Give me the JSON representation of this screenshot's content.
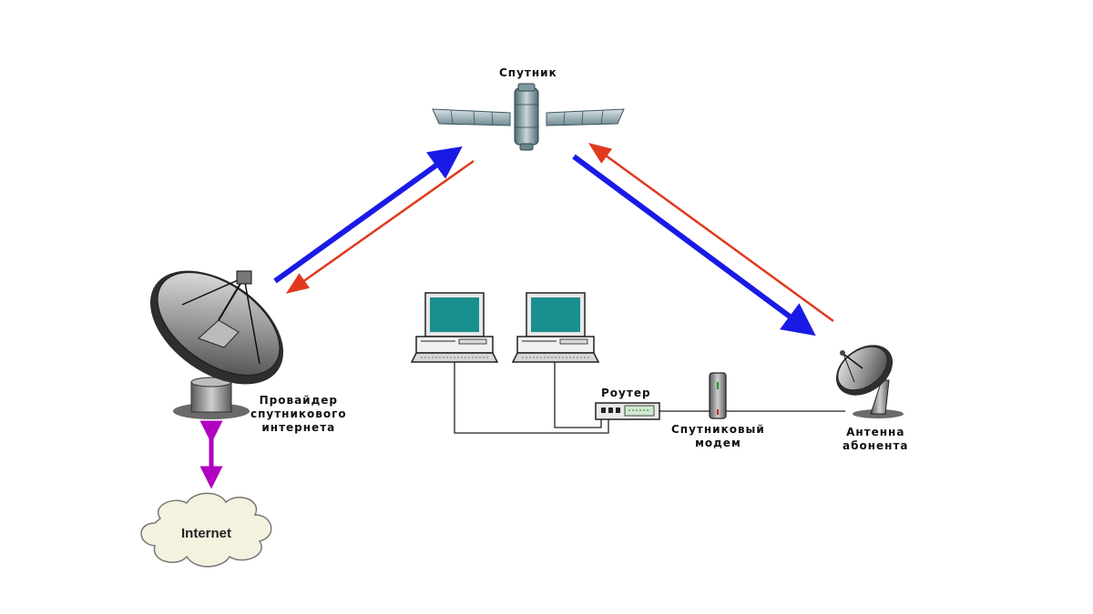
{
  "labels": {
    "satellite": "Спутник",
    "provider_line1": "Провайдер",
    "provider_line2": "спутникового",
    "provider_line3": "интернета",
    "router": "Роутер",
    "modem_line1": "Спутниковый",
    "modem_line2": "модем",
    "antenna_line1": "Антенна",
    "antenna_line2": "абонента",
    "internet": "Internet"
  },
  "colors": {
    "uplink": "#1a1ae6",
    "downlink": "#e03a1e",
    "internet_link": "#b000c0",
    "screen": "#1a8f8f",
    "cloud": "#f4f2df"
  },
  "icons": {
    "satellite": "satellite-icon",
    "provider_dish": "provider-dish-icon",
    "subscriber_dish": "subscriber-dish-icon",
    "router": "router-icon",
    "modem": "modem-icon",
    "computer": "computer-icon",
    "cloud": "cloud-icon"
  }
}
